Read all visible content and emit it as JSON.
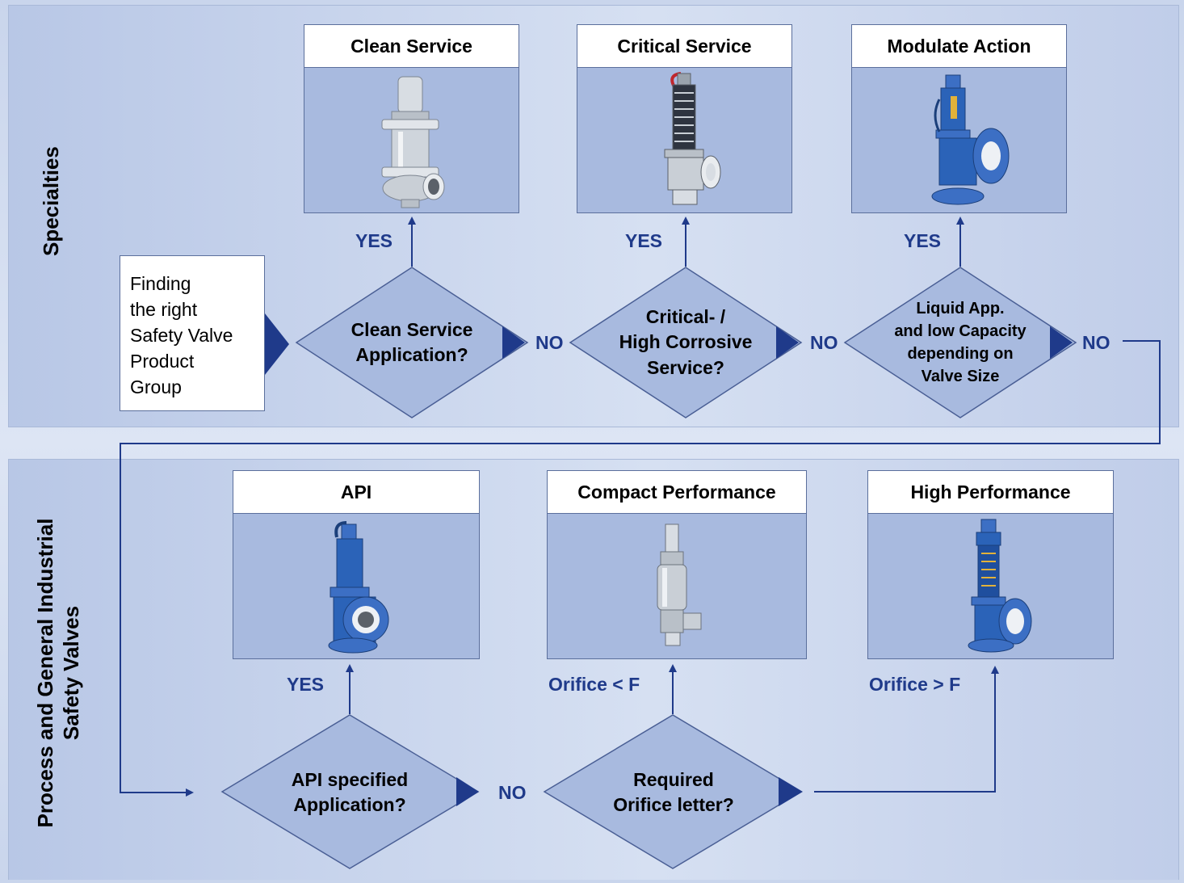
{
  "bands": {
    "specialties": "Specialties",
    "process_line1": "Process and General Industrial",
    "process_line2": "Safety Valves"
  },
  "start": {
    "lines": [
      "Finding",
      "the right",
      "Safety Valve",
      "Product",
      "Group"
    ]
  },
  "products": {
    "clean_service": "Clean Service",
    "critical_service": "Critical Service",
    "modulate_action": "Modulate Action",
    "api": "API",
    "compact_performance": "Compact Performance",
    "high_performance": "High Performance"
  },
  "decisions": {
    "clean": [
      "Clean Service",
      "Application?"
    ],
    "critical": [
      "Critical- /",
      "High Corrosive",
      "Service?"
    ],
    "liquid": [
      "Liquid App.",
      "and low Capacity",
      "depending on",
      "Valve Size"
    ],
    "api": [
      "API specified",
      "Application?"
    ],
    "orifice": [
      "Required",
      "Orifice letter?"
    ]
  },
  "labels": {
    "yes": "YES",
    "no": "NO",
    "orifice_lt": "Orifice < F",
    "orifice_gt": "Orifice > F"
  },
  "colors": {
    "diamond_fill": "#a8badf",
    "diamond_stroke": "#4a5f95",
    "arrow": "#1f3a8a",
    "valve_blue": "#2b63b8",
    "steel": "#c9cfd6"
  },
  "icons": {
    "valve_clean": "stainless-valve-icon",
    "valve_critical": "bellows-valve-icon",
    "valve_blue": "blue-flanged-valve-icon",
    "valve_compact": "compact-valve-icon"
  }
}
